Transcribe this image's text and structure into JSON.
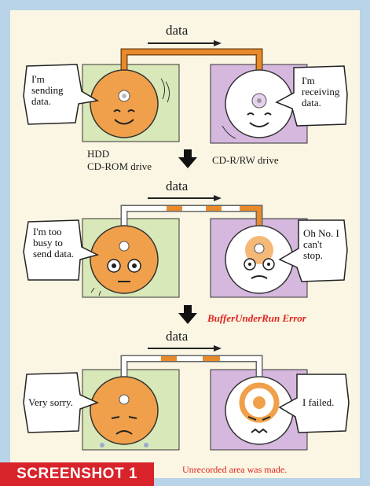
{
  "screenshot_label": "SCREENSHOT 1",
  "data_label": "data",
  "colors": {
    "background": "#b9d3e8",
    "panel": "#fbf6e4",
    "hdd_box": "#d9e8b8",
    "cd_box": "#d6b8de",
    "disc_orange": "#f0a04a",
    "pipe_orange": "#e98a2a",
    "error_red": "#e0241c",
    "badge_red": "#d8232a"
  },
  "stages": [
    {
      "hdd_bubble": "I'm sending data.",
      "cd_bubble": "I'm receiving data.",
      "hdd_label_line1": "HDD",
      "hdd_label_line2": "CD-ROM drive",
      "cd_label": "CD-R/RW drive"
    },
    {
      "hdd_bubble": "I'm too busy to send data.",
      "cd_bubble": "Oh No. I can't stop.",
      "error": "BufferUnderRun Error"
    },
    {
      "hdd_bubble": "Very sorry.",
      "cd_bubble": "I failed.",
      "note": "Unrecorded area was made."
    }
  ]
}
